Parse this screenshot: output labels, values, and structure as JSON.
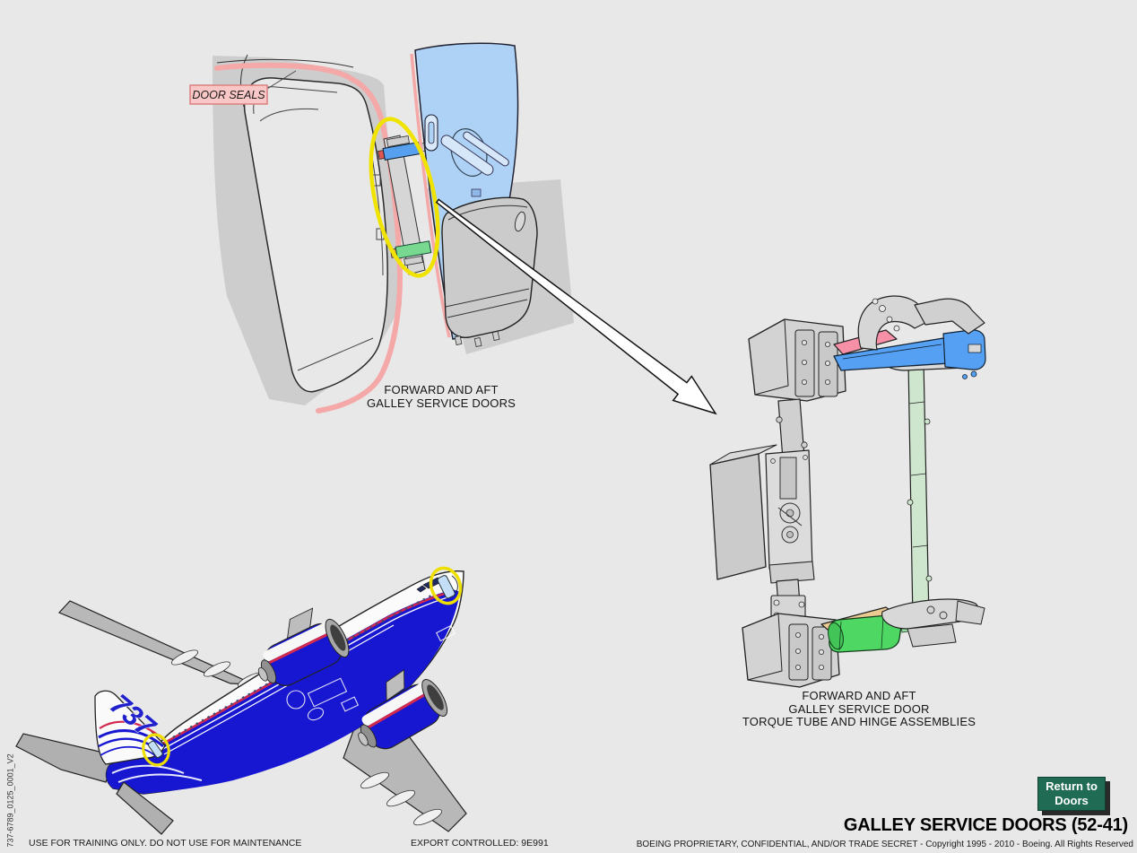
{
  "page": {
    "title": "GALLEY SERVICE DOORS (52-41)",
    "doc_number": "737-6789_0125_0001_V2",
    "background_color": "#E8E8E8"
  },
  "door_illustration": {
    "label": "DOOR SEALS",
    "caption": [
      "FORWARD AND AFT",
      "GALLEY SERVICE DOORS"
    ]
  },
  "assembly_illustration": {
    "caption": [
      "FORWARD AND AFT",
      "GALLEY SERVICE DOOR",
      "TORQUE TUBE AND HINGE ASSEMBLIES"
    ]
  },
  "airplane": {
    "tail_text": "737"
  },
  "return_button": {
    "line1": "Return to",
    "line2": "Doors"
  },
  "footer": {
    "left": "USE FOR TRAINING ONLY. DO NOT USE FOR MAINTENANCE",
    "center": "EXPORT CONTROLLED: 9E991",
    "right": "BOEING PROPRIETARY, CONFIDENTIAL, AND/OR TRADE SECRET - Copyright 1995 - 2010 - Boeing. All Rights Reserved"
  },
  "colors": {
    "background": "#E8E8E8",
    "shadow_gray": "#CDCDCD",
    "seal_pink": "#F5A8A8",
    "label_pink_bg": "#FAC7C7",
    "door_blue": "#AED2F6",
    "highlight_yellow": "#F0E300",
    "boeing_blue": "#1717D2",
    "stripe_red": "#D3294D",
    "part_pink": "#F78FA7",
    "part_blue": "#55A0F2",
    "part_bright_green": "#4ED763",
    "part_tan": "#EACA90",
    "tube_green": "#CDE6CD",
    "metal_gray": "#D3D3D3",
    "button_green": "#1F6B53"
  }
}
